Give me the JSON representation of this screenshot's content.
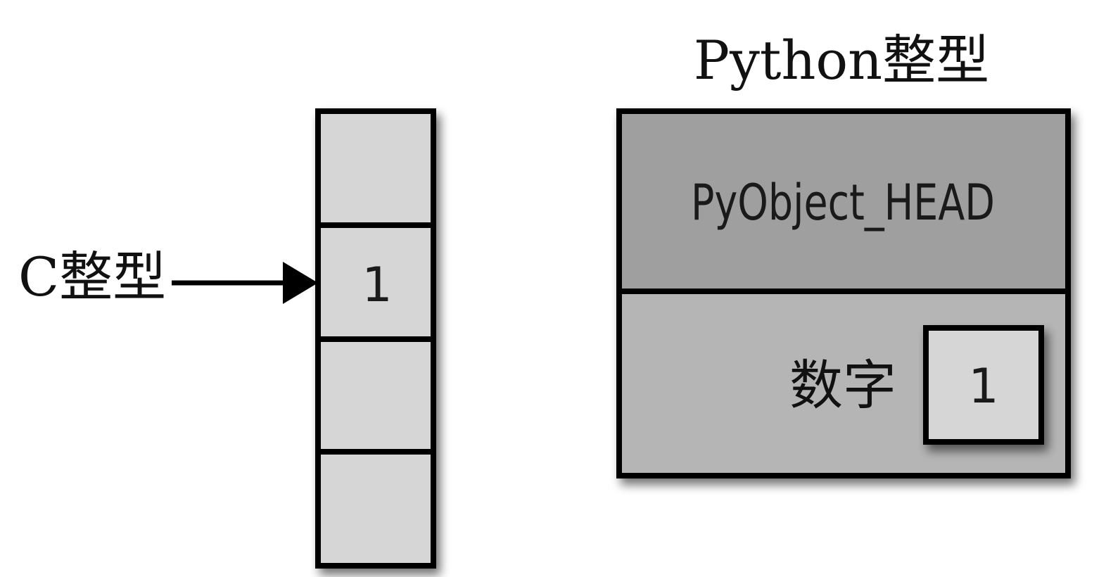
{
  "c_int": {
    "label": "C整型",
    "value": "1"
  },
  "python_int": {
    "title": "Python整型",
    "header_label": "PyObject_HEAD",
    "field_label": "数字",
    "field_value": "1"
  },
  "colors": {
    "cell_fill": "#d6d6d6",
    "header_fill": "#9f9f9f",
    "body_fill": "#b5b5b5",
    "stroke": "#000000",
    "shadow": "#555555"
  }
}
